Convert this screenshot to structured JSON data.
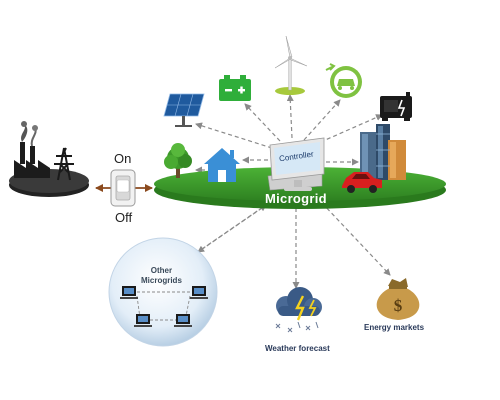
{
  "switch": {
    "on_label": "On",
    "off_label": "Off"
  },
  "platform": {
    "label": "Microgrid"
  },
  "controller": {
    "label": "Controller"
  },
  "other_microgrids": {
    "label_line1": "Other",
    "label_line2": "Microgrids"
  },
  "weather": {
    "label": "Weather forecast"
  },
  "markets": {
    "label": "Energy markets"
  },
  "icons": [
    "power-plant-icon",
    "pylon-icon",
    "toggle-switch-icon",
    "solar-panel-icon",
    "battery-icon",
    "wind-turbine-icon",
    "ev-charging-icon",
    "generator-icon",
    "tree-icon",
    "house-icon",
    "controller-monitor-icon",
    "city-buildings-icon",
    "car-icon",
    "cloud-icon",
    "money-bag-icon",
    "computer-icon"
  ],
  "colors": {
    "platform": "#3f9e2c",
    "arrow": "#8a8a8a",
    "power_link": "#8b4a1e",
    "battery": "#2fae3a",
    "house": "#3a8fd6",
    "car": "#d81f1f"
  }
}
